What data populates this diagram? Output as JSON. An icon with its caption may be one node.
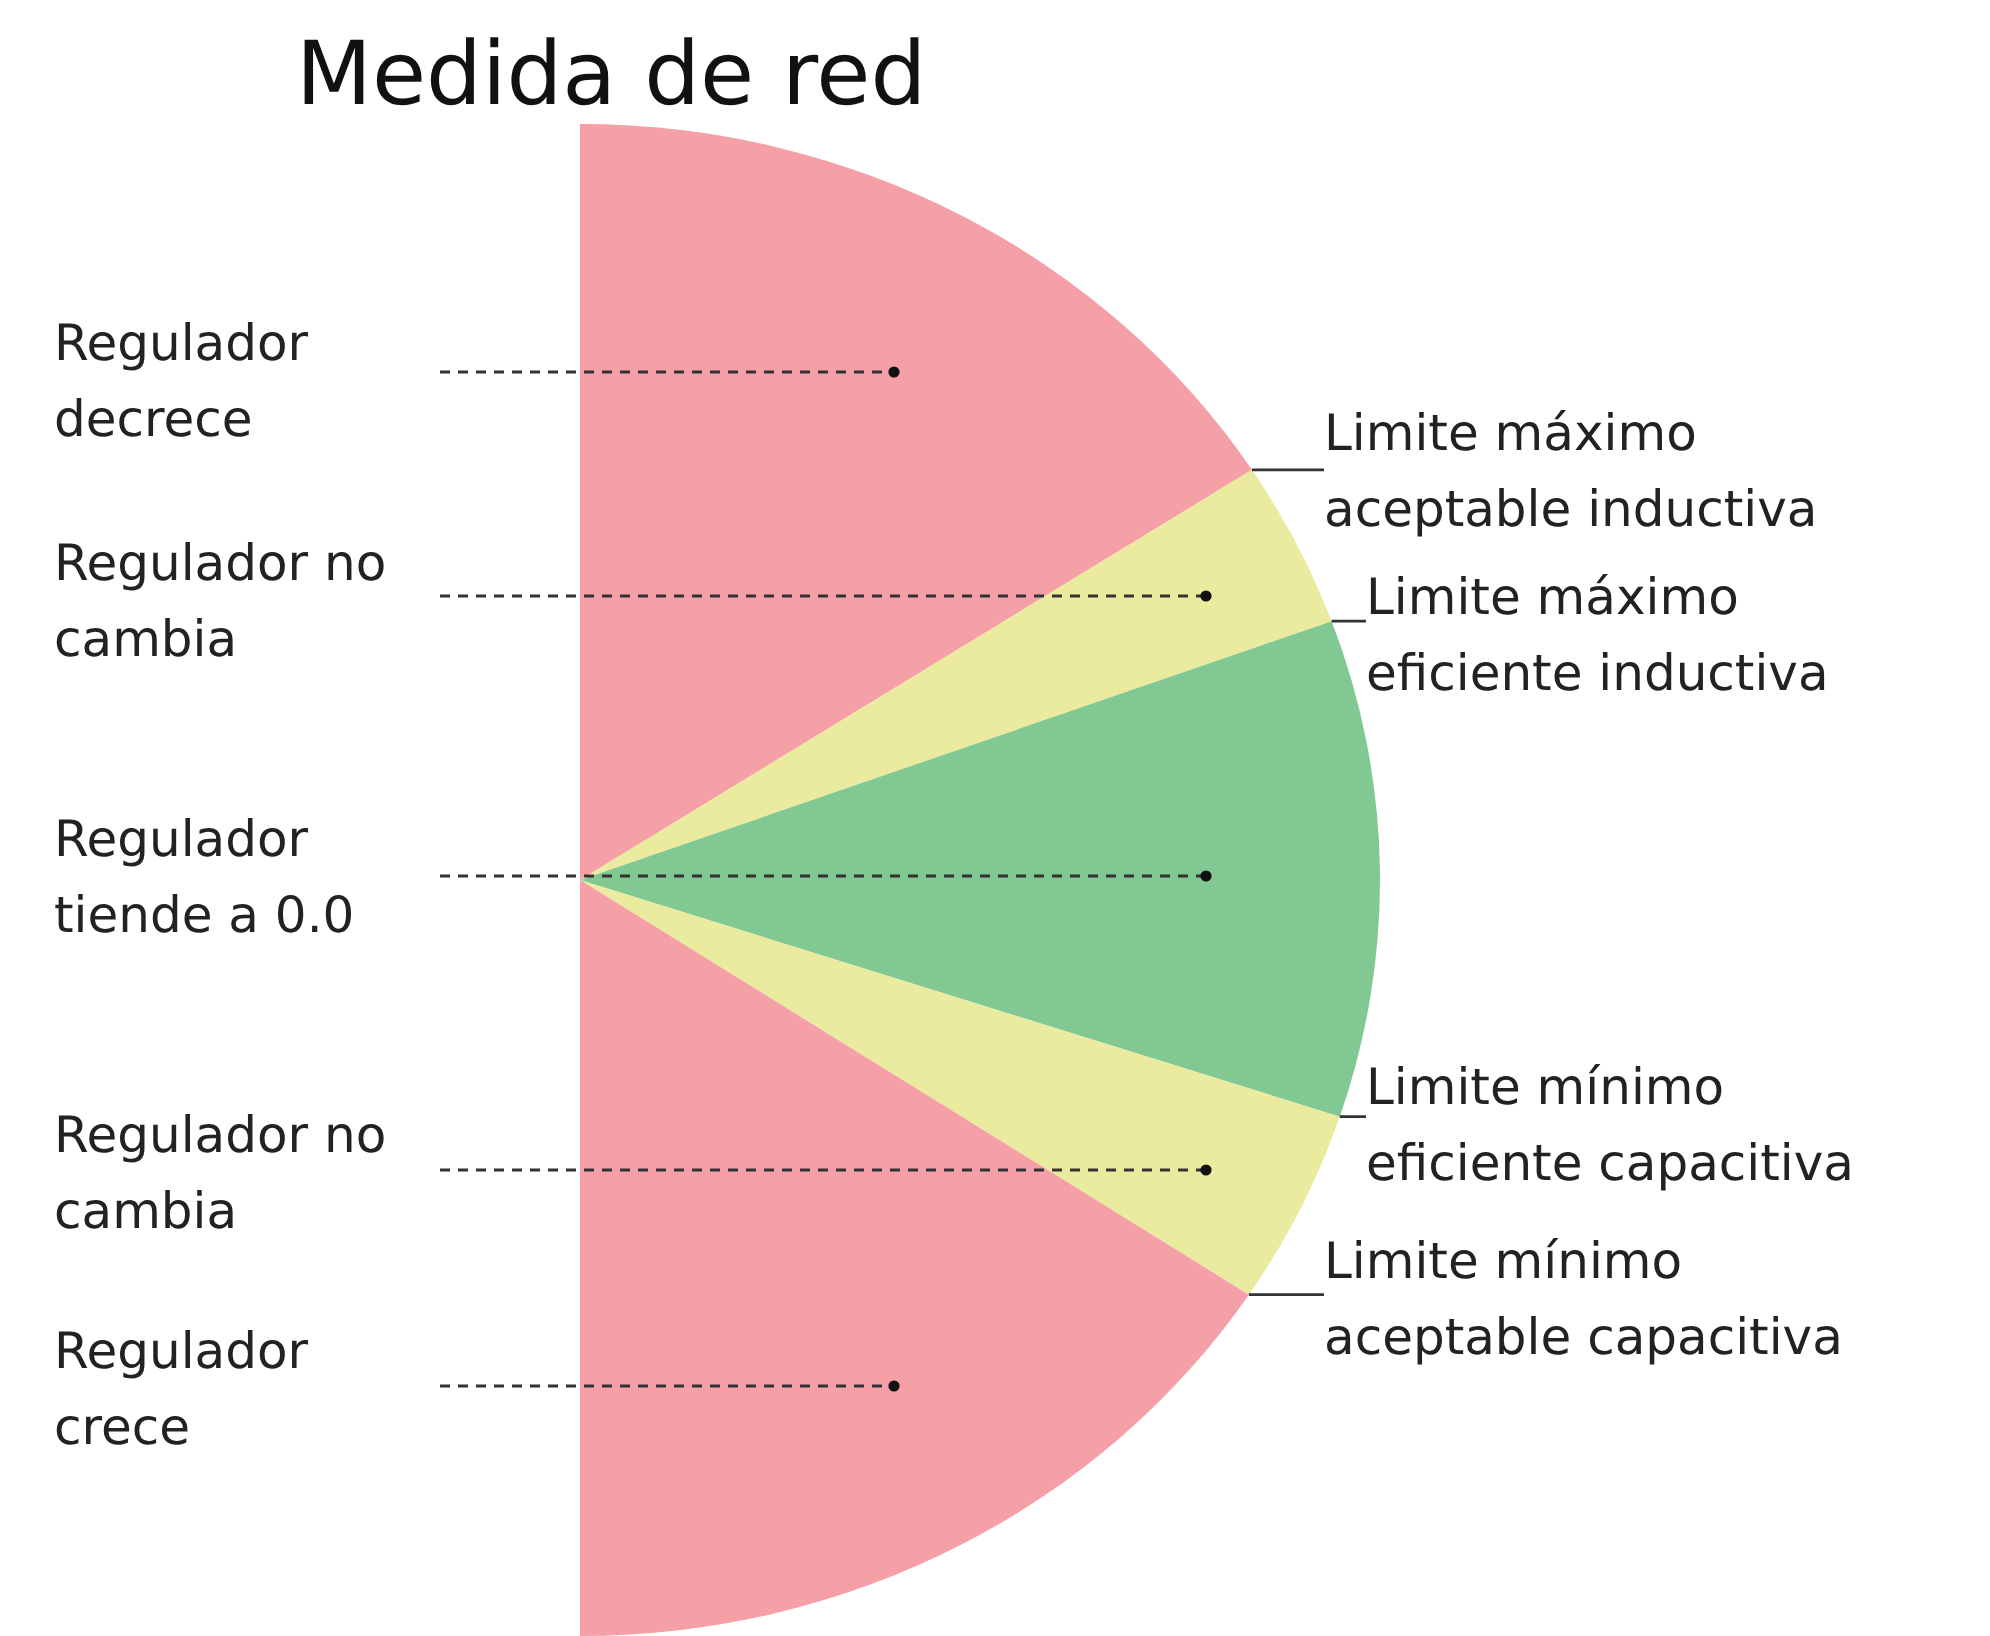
{
  "diagram": {
    "title": "Medida de red",
    "nodes": [
      {
        "text": [],
        "shape": "wedge"
      },
      {
        "text": [],
        "shape": "wedge"
      },
      {
        "text": [],
        "shape": "wedge"
      },
      {
        "text": [],
        "shape": "wedge"
      },
      {
        "text": [],
        "shape": "wedge"
      },
      {
        "text": [
          "Regulador decrece"
        ]
      },
      {
        "text": [
          "Regulador no cambia"
        ]
      },
      {
        "text": [
          "Regulador tiende a 0.0"
        ]
      },
      {
        "text": [
          "Regulador no cambia"
        ]
      },
      {
        "text": [
          "Regulador crece"
        ]
      },
      {
        "text": [
          "Limite máximo aceptable inductiva"
        ]
      },
      {
        "text": [
          "Limite máximo eficiente inductiva"
        ]
      },
      {
        "text": [
          "Limite mínimo eficiente capacitiva"
        ]
      },
      {
        "text": [
          "Limite mínimo aceptable capacitiva"
        ]
      }
    ],
    "edges": [
      {
        "from": 5,
        "to": 0,
        "arrow": "other",
        "style": "dashed"
      },
      {
        "from": 6,
        "to": 1,
        "arrow": "other",
        "style": "dashed"
      },
      {
        "from": 7,
        "to": 2,
        "arrow": "other",
        "style": "dashed"
      },
      {
        "from": 8,
        "to": 3,
        "arrow": "other",
        "style": "dashed"
      },
      {
        "from": 9,
        "to": 4,
        "arrow": "other",
        "style": "dashed"
      },
      {
        "from": 10,
        "to": 0,
        "arrow": "none"
      },
      {
        "from": 11,
        "to": 1,
        "arrow": "none"
      },
      {
        "from": 12,
        "to": 2,
        "arrow": "none"
      },
      {
        "from": 13,
        "to": 3,
        "arrow": "none"
      }
    ]
  }
}
